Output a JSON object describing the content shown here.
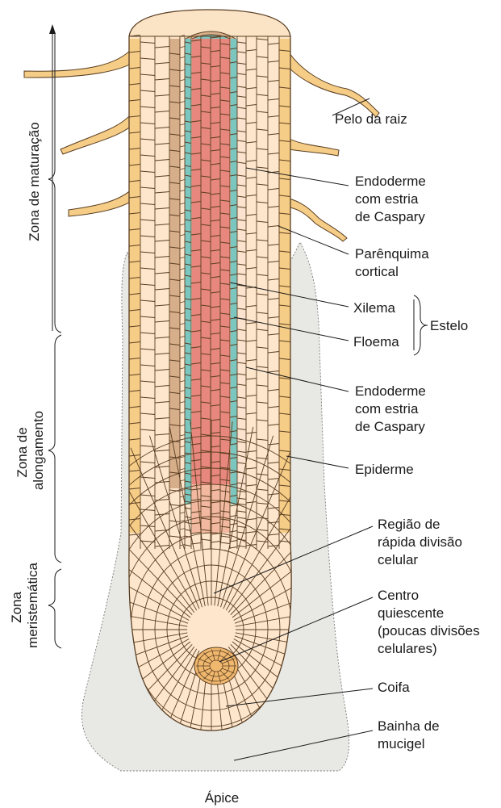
{
  "labels": {
    "pelo": "Pelo da raiz",
    "endoderme1": [
      "Endoderme",
      "com estria",
      "de Caspary"
    ],
    "parenquima": [
      "Parênquima",
      "cortical"
    ],
    "xilema": "Xilema",
    "floema": "Floema",
    "estelo": "Estelo",
    "endoderme2": [
      "Endoderme",
      "com estria",
      "de Caspary"
    ],
    "epiderme": "Epiderme",
    "regiao": [
      "Região de",
      "rápida divisão",
      "celular"
    ],
    "centro": [
      "Centro",
      "quiescente",
      "(poucas divisões",
      "celulares)"
    ],
    "coifa": "Coifa",
    "bainha": [
      "Bainha de",
      "mucigel"
    ],
    "apice": "Ápice"
  },
  "zones": {
    "maturacao": "Zona de maturação",
    "alongamento": [
      "Zona de",
      "alongamento"
    ],
    "meristematica": [
      "Zona",
      "meristemática"
    ]
  },
  "colors": {
    "epidermis": "#f6cd86",
    "cortex": "#fde6cc",
    "inner_cortex": "#d7ae8a",
    "endodermis": "#7cc6c0",
    "stele": "#e8877d",
    "quiescent": "#f0b86e",
    "mucigel": "#e8e9e4"
  }
}
